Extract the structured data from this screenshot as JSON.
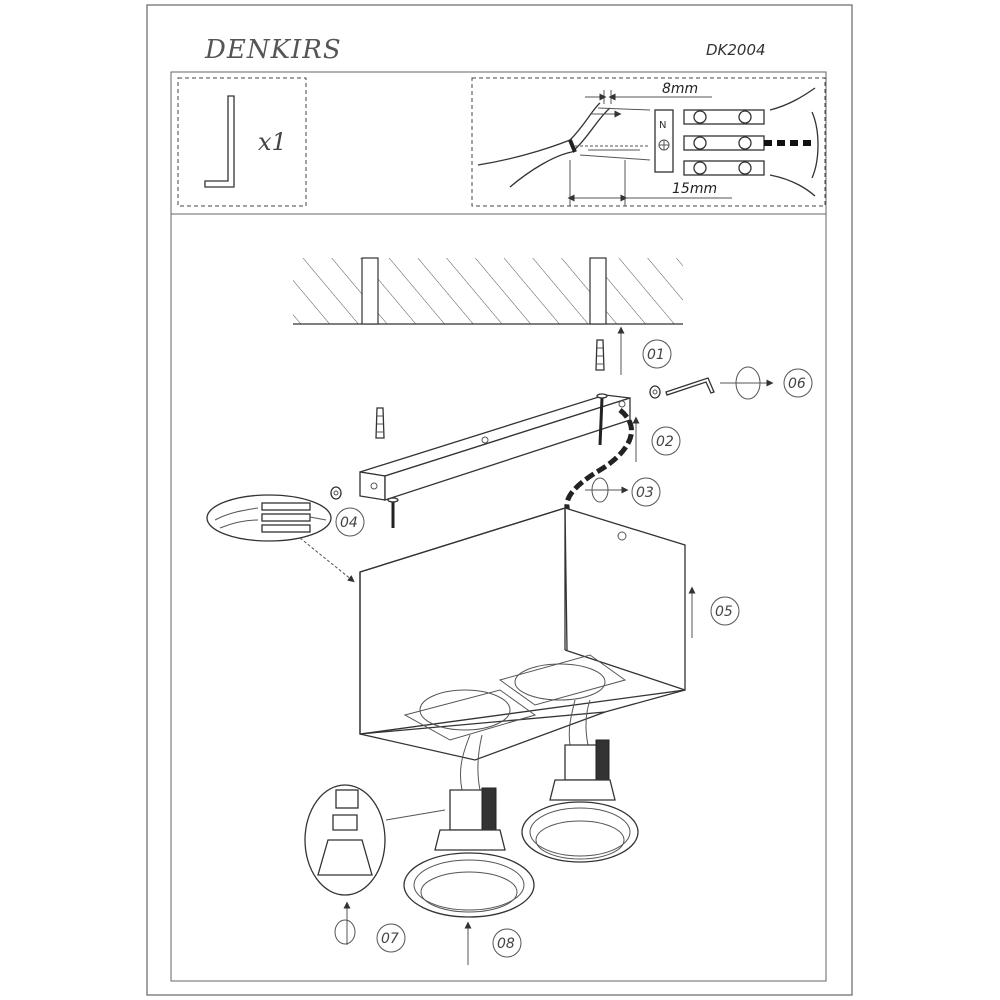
{
  "header": {
    "brand": "DENKIRS",
    "model": "DK2004"
  },
  "kit": {
    "quantity": "x1",
    "icon": "allen-key-icon"
  },
  "wiring": {
    "strip_length": "8mm",
    "total_length": "15mm"
  },
  "steps": [
    "01",
    "02",
    "03",
    "04",
    "05",
    "06",
    "07",
    "08"
  ],
  "colors": {
    "line": "#333333",
    "background": "#ffffff"
  }
}
